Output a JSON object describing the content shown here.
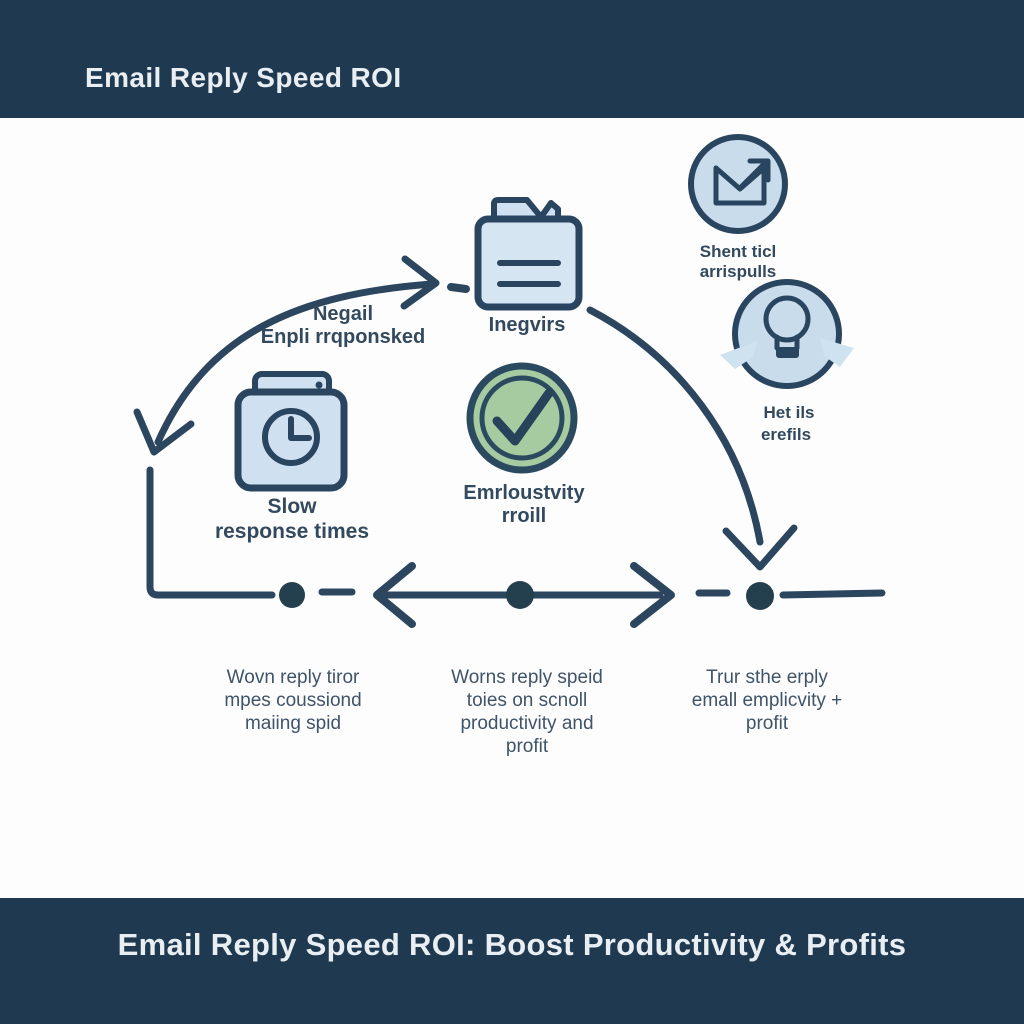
{
  "header": {
    "title": "Email Reply Speed ROI"
  },
  "footer": {
    "title": "Email Reply Speed ROI: Boost Productivity & Profits"
  },
  "colors": {
    "bar_navy": "#1f3a50",
    "line": "#2b465e",
    "icon_fill_blue": "#cfe1f1",
    "circle_fill_blue": "#c8dcec",
    "green_fill": "#a7cba1",
    "label_text": "#32495e",
    "note_text": "#3f5469",
    "canvas": "#fdfdfe"
  },
  "diagram": {
    "arc_label": {
      "lines": [
        "Negail",
        "Enpli rrqponsked"
      ]
    },
    "nodes": {
      "document": {
        "icon": "document-icon",
        "label": "Inegvirs"
      },
      "email": {
        "icon": "email-send-icon",
        "lines": [
          "Shent ticl",
          "arrispulls"
        ]
      },
      "lightbulb": {
        "icon": "lightbulb-icon",
        "lines": [
          "Het ils",
          "erefils"
        ]
      },
      "clock": {
        "icon": "clock-icon",
        "lines": [
          "Slow",
          "response times"
        ]
      },
      "check": {
        "icon": "checkmark-circle-icon",
        "lines": [
          "Emrloustvity",
          "rroill"
        ]
      }
    },
    "timeline_notes": [
      {
        "lines": [
          "Wovn reply tiror",
          "mpes coussiond",
          "maiing spid"
        ]
      },
      {
        "lines": [
          "Worns reply speid",
          "toies on scnoll",
          "productivity and",
          "profit"
        ]
      },
      {
        "lines": [
          "Trur sthe erply",
          "emall emplicvity +",
          "profit"
        ]
      }
    ]
  }
}
